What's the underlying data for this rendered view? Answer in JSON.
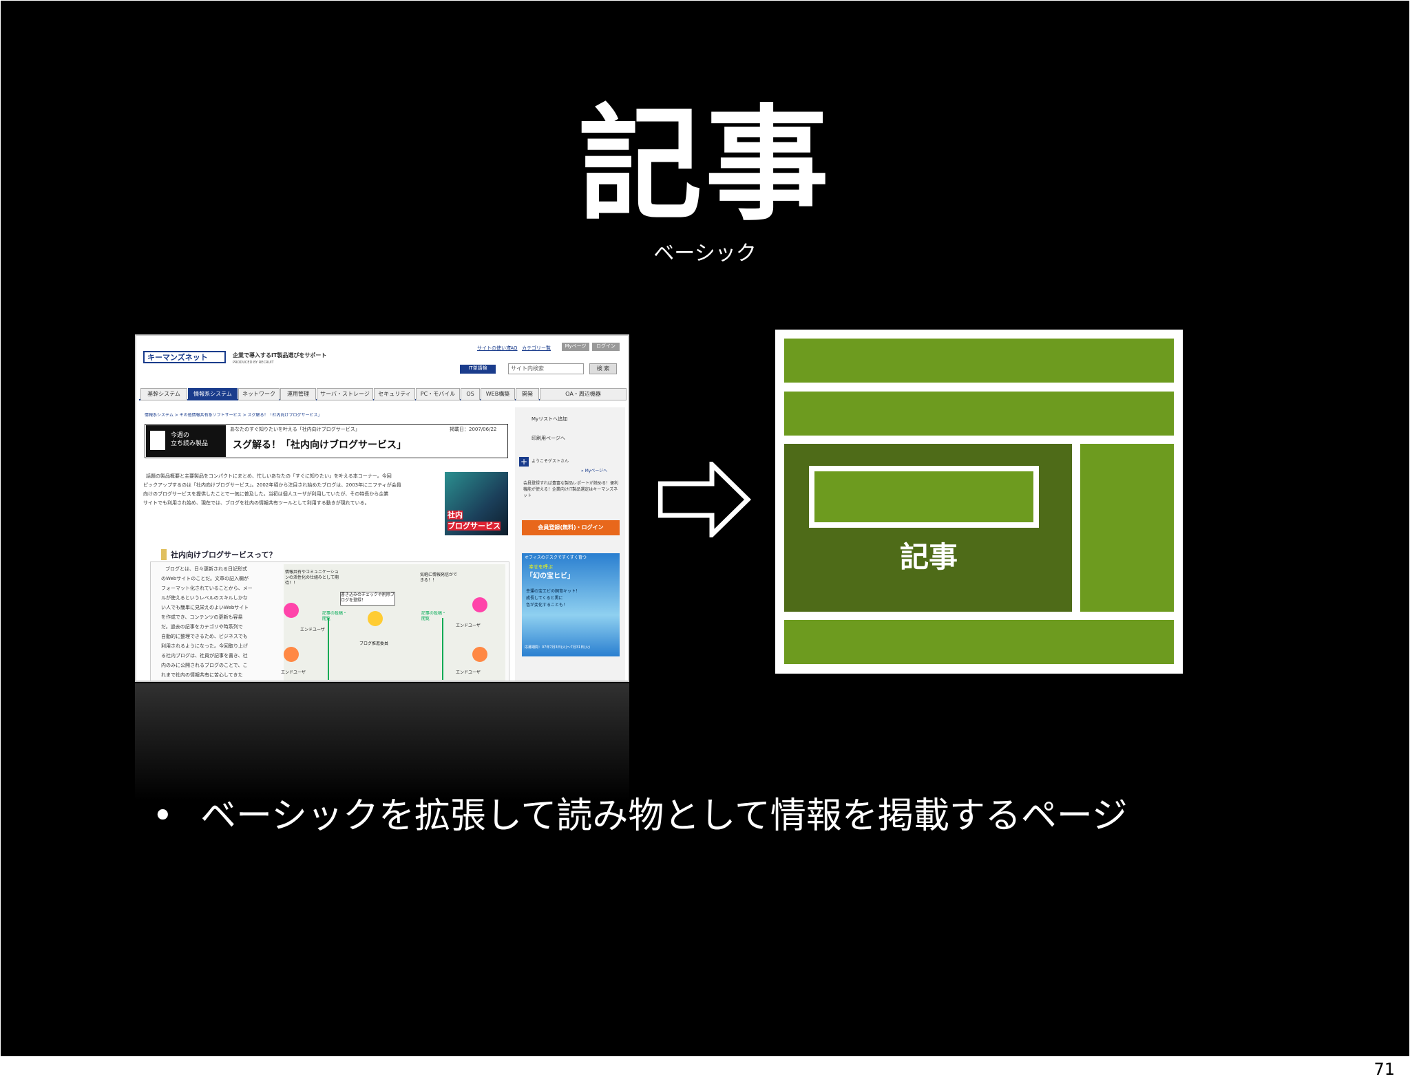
{
  "slide": {
    "title": "記事",
    "subtitle": "ベーシック",
    "bullet_mark": "•",
    "bullet_text": "ベーシックを拡張して読み物として情報を掲載するページ",
    "page_number": "71"
  },
  "wireframe": {
    "label": "記事",
    "colors": {
      "light": "#6d9b1f",
      "dark": "#4e6b18",
      "frame": "#ffffff"
    }
  },
  "screenshot": {
    "logo": "キーマンズネット",
    "tagline": "企業で導入するIT製品選びをサポート",
    "produced_by": "PRODUCED BY RECRUIT",
    "top_links": [
      "サイトの使い方",
      "FAQ",
      "カテゴリー覧"
    ],
    "top_buttons": [
      "Myページ",
      "ログイン"
    ],
    "search_placeholder": "サイト内検索",
    "search_button": "検 索",
    "it_button": "IT単語検",
    "nav_tabs": [
      "基幹システム",
      "情報系システム",
      "ネットワーク",
      "運用管理",
      "サーバ・ストレージ",
      "セキュリティ",
      "PC・モバイル",
      "OS",
      "WEB構築",
      "開発",
      "OA・周辺機器"
    ],
    "breadcrumb": "情報系システム > その他情報共有系ソフトサービス > スグ解る！「社内向けブログサービス」",
    "weekly_badge_line1": "今週の",
    "weekly_badge_line2": "立ち読み製品",
    "article_lead": "あなたのすぐ知りたいを叶える「社内向けブログサービス」",
    "article_date": "掲載日：2007/06/22",
    "article_title": "スグ解る！「社内向けブログサービス」",
    "intro_lines": [
      "話題の製品概要と主要製品をコンパクトにまとめ、忙しいあなたの「すぐに知りたい」を叶える本コーナー。今回",
      "ピックアップするのは「社内向けブログサービス」。2002年頃から注目され始めたブログは、2003年にニフティが会員",
      "向けのブログサービスを提供したことで一気に普及した。当初は個人ユーザが利用していたが、その特長から企業",
      "サイトでも利用され始め、現在では、ブログを社内の情報共有ツールとして利用する動きが現れている。"
    ],
    "photo_caption_1": "社内",
    "photo_caption_2": "ブログサービス",
    "section_heading": "社内向けブログサービスって？",
    "body_lines": [
      "ブログとは、日々更新される日記形式",
      "のWebサイトのことだ。文章の記入欄が",
      "フォーマット化されていることから、メー",
      "ルが使えるというレベルのスキルしかな",
      "い人でも簡単に見栄えのよいWebサイト",
      "を作成でき、コンテンツの更新も容易",
      "だ。過去の記事をカテゴリや時系列で",
      "自動的に整理できるため、ビジネスでも",
      "利用されるようになった。今回取り上げ",
      "る社内ブログは、社員が記事を書き、社",
      "内のみに公開されるブログのことで、こ",
      "れまで社内の情報共有に苦心してきた"
    ],
    "diagram_labels": [
      "情報共有やコミュニケーションの活性化の仕組みとして期待！！",
      "気軽に情報発信ができる！！",
      "書き込みのチェックや削除ブログを登録！",
      "記事の投稿・閲覧",
      "記事の投稿・閲覧",
      "ブログ推進委員",
      "エンドユーザ",
      "エンドユーザ",
      "エンドユーザ",
      "エンドユーザ"
    ],
    "side_links": [
      "Myリストへ追加",
      "印刷用ページへ"
    ],
    "guest_text": "ようこそゲストさん",
    "my_page_link": "» Myページへ",
    "member_text": "会員登録すれば豊富な製品レポートが読める！便利機能が使える！企業向けIT製品選定はキーマンズネット",
    "login_button": "会員登録(無料)・ログイン",
    "ad_heading": "オフィスのデスクですくすく育つ",
    "ad_sub": "幸せを呼ぶ",
    "ad_title": "「幻の宝ヒビ」",
    "ad_lines": [
      "幸運の宝エビの飼育キット！",
      "成長してくると黒に",
      "色が変化することも！"
    ],
    "ad_footer": "応募期間：07年7月3日(火)〜7月31日(火)"
  }
}
